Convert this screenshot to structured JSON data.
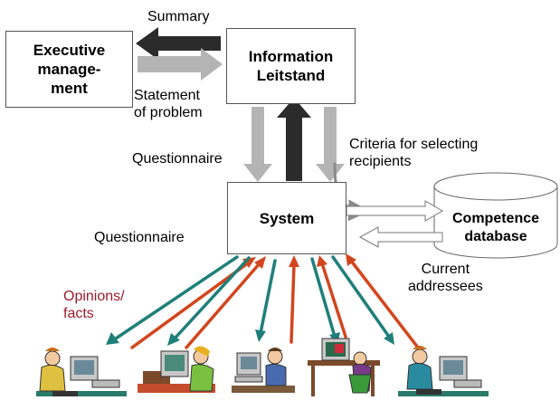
{
  "nodes": {
    "executive": "Executive manage-ment",
    "executive_lines": [
      "Executive",
      "manage-",
      "ment"
    ],
    "leitstand_lines": [
      "Information",
      "Leitstand"
    ],
    "system": "System",
    "database_lines": [
      "Competence",
      "database"
    ]
  },
  "labels": {
    "summary": "Summary",
    "statement_lines": [
      "Statement",
      "of problem"
    ],
    "questionnaire_top": "Questionnaire",
    "criteria_lines": [
      "Criteria for selecting",
      "recipients"
    ],
    "questionnaire_left": "Questionnaire",
    "opinions_lines": [
      "Opinions/",
      "facts"
    ],
    "current_lines": [
      "Current",
      "addressees"
    ]
  },
  "colors": {
    "dark_arrow": "#2b2b2b",
    "light_arrow": "#b4b4b4",
    "teal": "#1f7f7a",
    "orange_red": "#d2461e",
    "opinions_text": "#9b1b2b"
  },
  "icons": [
    "person-at-computer-icon",
    "person-at-computer-icon",
    "person-at-computer-icon",
    "person-at-computer-icon",
    "person-at-computer-icon"
  ]
}
